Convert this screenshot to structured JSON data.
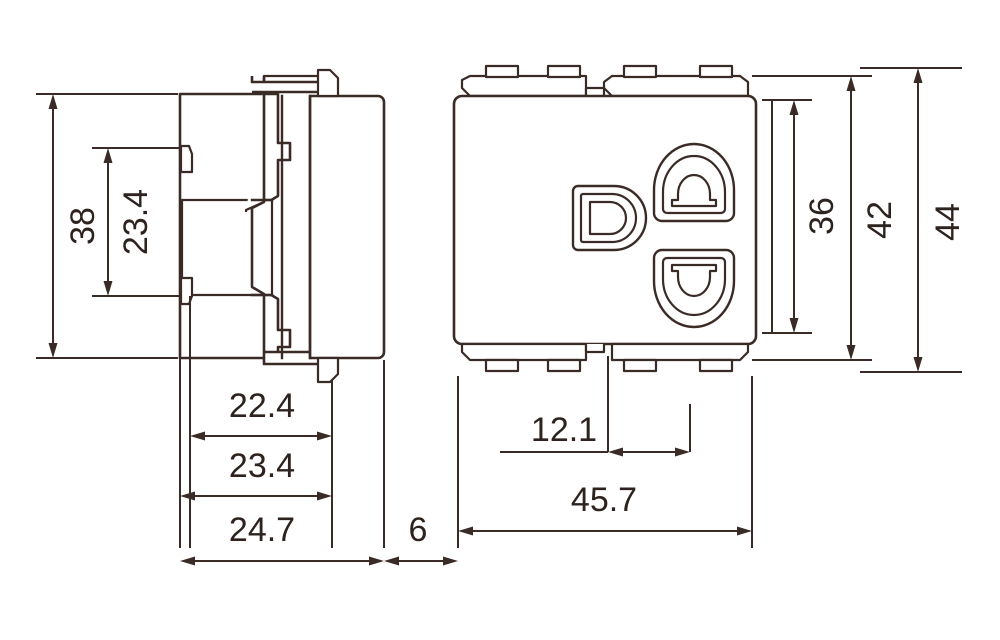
{
  "drawing": {
    "title": "Electrical outlet dimensional drawing",
    "units": "mm",
    "line_color": "#3a2b26",
    "background_color": "#ffffff",
    "views": [
      {
        "name": "side-view",
        "label": ""
      },
      {
        "name": "front-view",
        "label": ""
      }
    ]
  },
  "dimensions": {
    "side_view": {
      "height_overall": "38",
      "height_inner": "23.4",
      "depth_body": "22.4",
      "depth_mid": "23.4",
      "depth_total": "24.7",
      "plate_thickness": "6"
    },
    "front_view": {
      "socket_span": "36",
      "body_height": "42",
      "overall_height": "44",
      "tab_offset": "12.1",
      "overall_width": "45.7"
    }
  },
  "labels": {
    "d38": "38",
    "d23_4_v": "23.4",
    "d22_4": "22.4",
    "d23_4_h": "23.4",
    "d24_7": "24.7",
    "d6": "6",
    "d36": "36",
    "d42": "42",
    "d44": "44",
    "d12_1": "12.1",
    "d45_7": "45.7"
  },
  "front_face": {
    "marking_symbol": "D",
    "socket_top": "grounded-slot-top",
    "socket_bottom": "grounded-slot-bottom"
  }
}
